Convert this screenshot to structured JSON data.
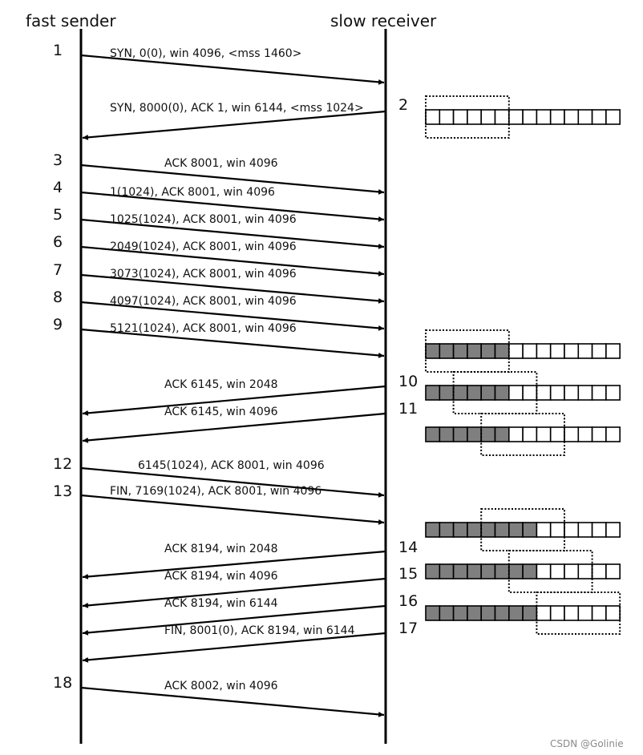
{
  "headers": {
    "sender": "fast sender",
    "receiver": "slow receiver"
  },
  "messages": [
    {
      "id": 1,
      "num": "1",
      "label": "SYN, 0(0), win 4096, <mss 1460>",
      "dir": "right"
    },
    {
      "id": 2,
      "num": "2",
      "label": "SYN, 8000(0), ACK 1, win 6144, <mss 1024>",
      "dir": "left"
    },
    {
      "id": 3,
      "num": "3",
      "label": "ACK 8001, win 4096",
      "dir": "right"
    },
    {
      "id": 4,
      "num": "4",
      "label": "1(1024), ACK 8001, win 4096",
      "dir": "right"
    },
    {
      "id": 5,
      "num": "5",
      "label": "1025(1024), ACK 8001, win 4096",
      "dir": "right"
    },
    {
      "id": 6,
      "num": "6",
      "label": "2049(1024), ACK 8001, win 4096",
      "dir": "right"
    },
    {
      "id": 7,
      "num": "7",
      "label": "3073(1024), ACK 8001, win 4096",
      "dir": "right"
    },
    {
      "id": 8,
      "num": "8",
      "label": "4097(1024), ACK 8001, win 4096",
      "dir": "right"
    },
    {
      "id": 9,
      "num": "9",
      "label": "5121(1024), ACK 8001, win 4096",
      "dir": "right"
    },
    {
      "id": 10,
      "num": "10",
      "label": "ACK 6145, win 2048",
      "dir": "left"
    },
    {
      "id": 11,
      "num": "11",
      "label": "ACK 6145, win 4096",
      "dir": "left"
    },
    {
      "id": 12,
      "num": "12",
      "label": "6145(1024), ACK 8001, win 4096",
      "dir": "right"
    },
    {
      "id": 13,
      "num": "13",
      "label": "FIN, 7169(1024), ACK 8001, win 4096",
      "dir": "right"
    },
    {
      "id": 14,
      "num": "14",
      "label": "ACK 8194, win 2048",
      "dir": "left"
    },
    {
      "id": 15,
      "num": "15",
      "label": "ACK 8194, win 4096",
      "dir": "left"
    },
    {
      "id": 16,
      "num": "16",
      "label": "ACK 8194, win 6144",
      "dir": "left"
    },
    {
      "id": 17,
      "num": "17",
      "label": "FIN, 8001(0), ACK 8194, win 6144",
      "dir": "left"
    },
    {
      "id": 18,
      "num": "18",
      "label": "ACK 8002, win 4096",
      "dir": "right"
    }
  ],
  "buffers": [
    {
      "filled": 0,
      "window_start": 0,
      "window_cells": 6,
      "total_cells": 14
    },
    {
      "filled": 6,
      "window_start": 0,
      "window_cells": 6,
      "total_cells": 14
    },
    {
      "filled": 6,
      "window_start": 2,
      "window_cells": 6,
      "total_cells": 14
    },
    {
      "filled": 6,
      "window_start": 4,
      "window_cells": 6,
      "total_cells": 14
    },
    {
      "filled": 8,
      "window_start": 4,
      "window_cells": 6,
      "total_cells": 14
    },
    {
      "filled": 8,
      "window_start": 6,
      "window_cells": 6,
      "total_cells": 14
    },
    {
      "filled": 8,
      "window_start": 8,
      "window_cells": 6,
      "total_cells": 14
    }
  ],
  "watermark": "CSDN @Golinie"
}
